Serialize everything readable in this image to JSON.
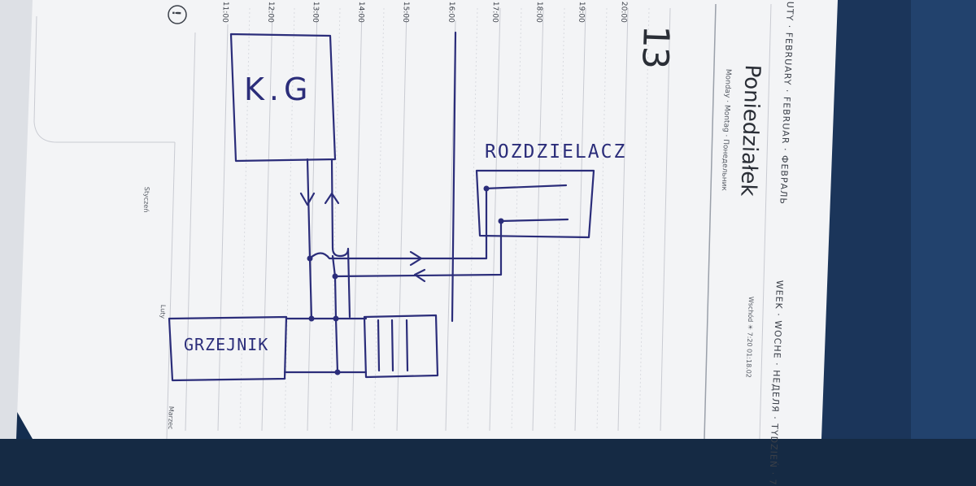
{
  "header": {
    "day_number": "13",
    "months": "UTY · FEBRUARY · FEBRUAR · ФЕВРАЛЬ",
    "day_name": "Poniedziałek",
    "day_translations": "Monday · Montag · Понедельник",
    "week_label": "WEEK · WOCHE · НЕДЕЛЯ · TYDZIEŃ · 7",
    "sunrise": "Wschód ☀ 7:20 01:18.02"
  },
  "time_labels": [
    "11:00",
    "12:00",
    "13:00",
    "14:00",
    "15:00",
    "16:00",
    "17:00",
    "18:00",
    "19:00",
    "20:00"
  ],
  "attention_icon_text": "!",
  "mini_calendar": {
    "month_1": "Styczeń",
    "month_2": "Luty",
    "month_3": "Marzec"
  },
  "diagram": {
    "boiler_label": "K.G",
    "distributor_label": "ROZDZIELACZ",
    "radiator_label": "GRZEJNIK"
  },
  "colors": {
    "paper": "#f3f4f6",
    "ink": "#2b2d7a",
    "rule_line": "#c9cbd2",
    "print_text": "#3a3f48",
    "background": "#1b355a"
  }
}
